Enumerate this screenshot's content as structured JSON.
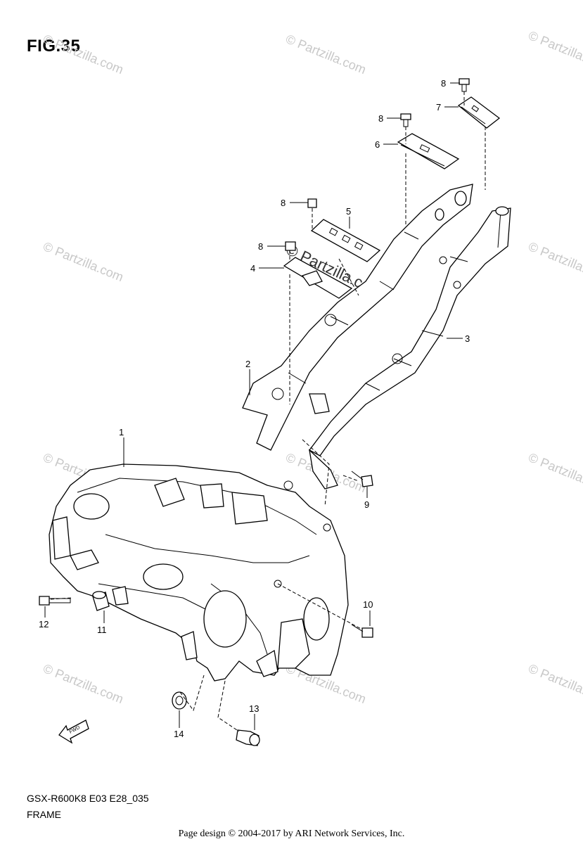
{
  "figure": {
    "title": "FIG.35",
    "model_code": "GSX-R600K8 E03 E28_035",
    "name": "FRAME"
  },
  "callouts": [
    "1",
    "2",
    "3",
    "4",
    "5",
    "6",
    "7",
    "8",
    "8",
    "8",
    "8",
    "9",
    "10",
    "11",
    "12",
    "13",
    "14"
  ],
  "watermark": "© Partzilla.com",
  "center_watermark": "© Partzilla.com",
  "fwd_badge": "FWD",
  "footer": "Page design © 2004-2017 by ARI Network Services, Inc."
}
